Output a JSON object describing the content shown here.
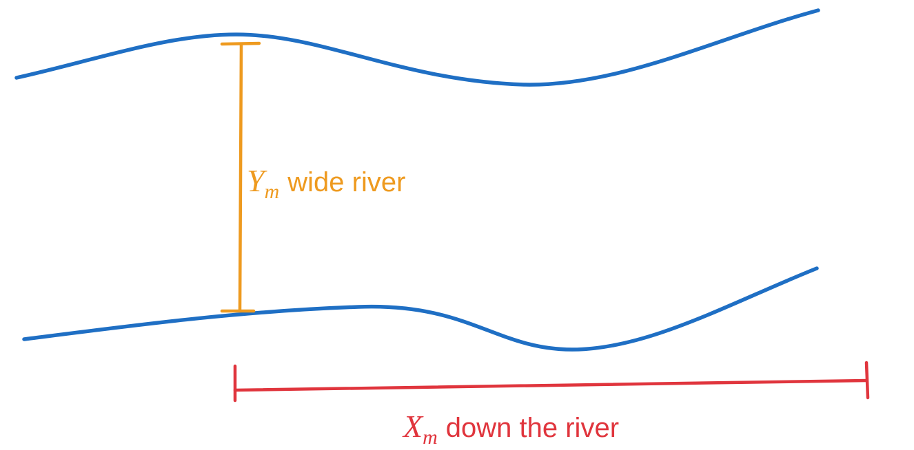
{
  "colors": {
    "river_bank": "#1f6fc4",
    "width_annotation": "#ee9a1f",
    "length_annotation": "#e0353d"
  },
  "width_label": {
    "variable": "Y",
    "subscript": "m",
    "text": "wide river"
  },
  "length_label": {
    "variable": "X",
    "subscript": "m",
    "text": "down the river"
  }
}
